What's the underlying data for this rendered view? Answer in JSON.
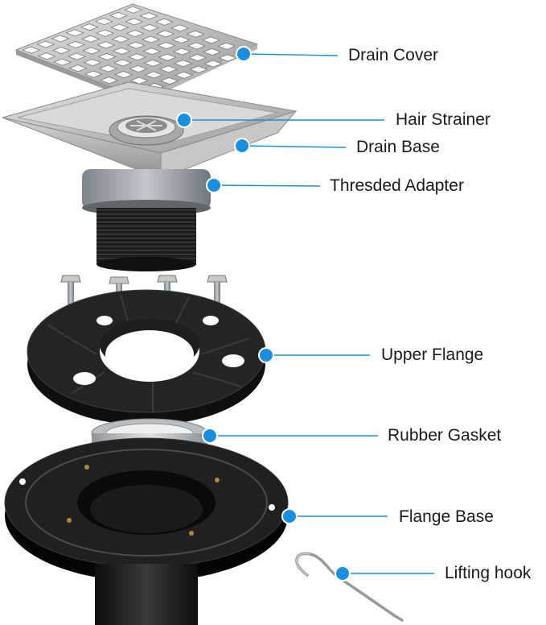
{
  "diagram": {
    "accent_color": "#1a8fe0",
    "parts": [
      {
        "id": "drain-cover",
        "label": "Drain Cover"
      },
      {
        "id": "hair-strainer",
        "label": "Hair Strainer"
      },
      {
        "id": "drain-base",
        "label": "Drain Base"
      },
      {
        "id": "threaded-adapter",
        "label": "Thresded Adapter"
      },
      {
        "id": "upper-flange",
        "label": "Upper Flange"
      },
      {
        "id": "rubber-gasket",
        "label": "Rubber Gasket"
      },
      {
        "id": "flange-base",
        "label": "Flange Base"
      },
      {
        "id": "lifting-hook",
        "label": "Lifting hook"
      }
    ]
  }
}
